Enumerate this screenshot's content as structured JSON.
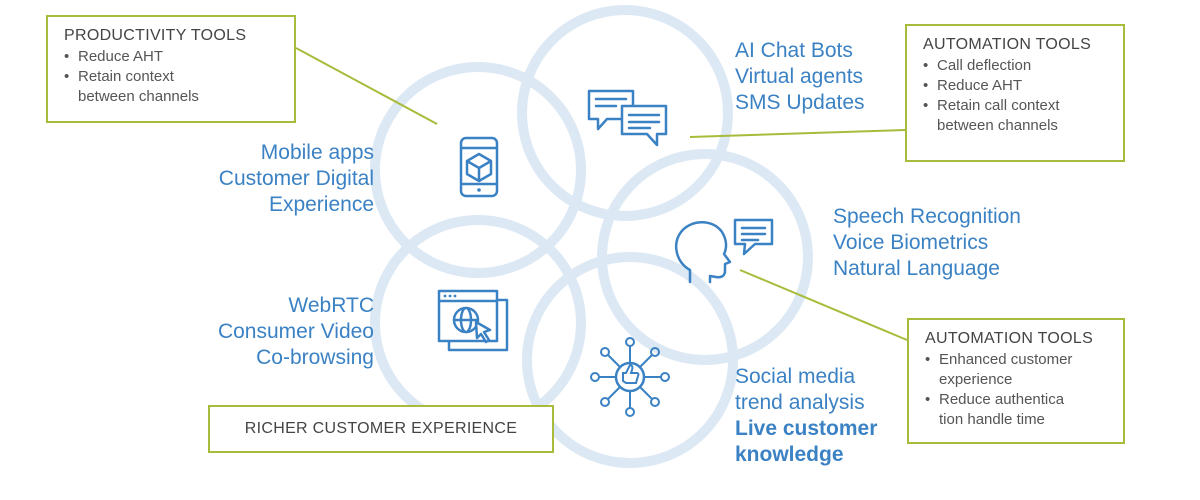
{
  "colors": {
    "ring": "#dce8f4",
    "icon": "#3b82c4",
    "text": "#3b82c4",
    "box_border": "#a9bb3a",
    "box_text": "#555555"
  },
  "clusters": {
    "mobile": [
      "Mobile apps",
      "Customer Digital",
      "Experience"
    ],
    "chat": [
      "AI Chat Bots",
      "Virtual agents",
      "SMS Updates"
    ],
    "speech": [
      "Speech Recognition",
      "Voice Biometrics",
      "Natural Language"
    ],
    "webrtc": [
      "WebRTC",
      "Consumer Video",
      "Co-browsing"
    ],
    "social": [
      "Social media",
      "trend analysis"
    ],
    "social_bold": [
      "Live customer",
      "knowledge"
    ]
  },
  "boxes": {
    "productivity": {
      "title": "PRODUCTIVITY TOOLS",
      "items": [
        "Reduce AHT",
        "Retain context",
        "between channels"
      ]
    },
    "automation_top": {
      "title": "AUTOMATION TOOLS",
      "items": [
        "Call deflection",
        "Reduce AHT",
        "Retain call context",
        "between channels"
      ]
    },
    "automation_bottom": {
      "title": "AUTOMATION TOOLS",
      "items": [
        "Enhanced customer",
        "experience",
        "Reduce authentica",
        "tion handle time"
      ]
    },
    "banner": "RICHER CUSTOMER EXPERIENCE"
  },
  "icons": [
    "mobile-phone-icon",
    "chat-bubbles-icon",
    "speaking-head-icon",
    "browser-globe-icon",
    "social-network-like-icon"
  ]
}
